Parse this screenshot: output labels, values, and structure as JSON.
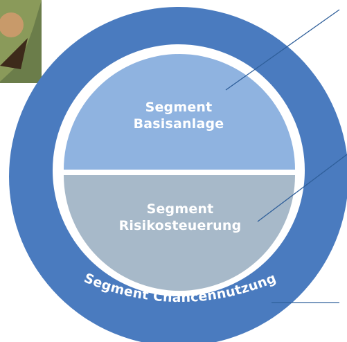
{
  "diagram": {
    "segments": {
      "top": {
        "line1": "Segment",
        "line2": "Basisanlage"
      },
      "bottom": {
        "line1": "Segment",
        "line2": "Risikosteuerung"
      },
      "ring": {
        "label": "Segment Chancennutzung"
      }
    },
    "colors": {
      "ring": "#4a7bbf",
      "top_half": "#8fb3e0",
      "bottom_half": "#a7b9c9",
      "divider": "#ffffff",
      "leader_lines": "#2f5f9a"
    }
  }
}
